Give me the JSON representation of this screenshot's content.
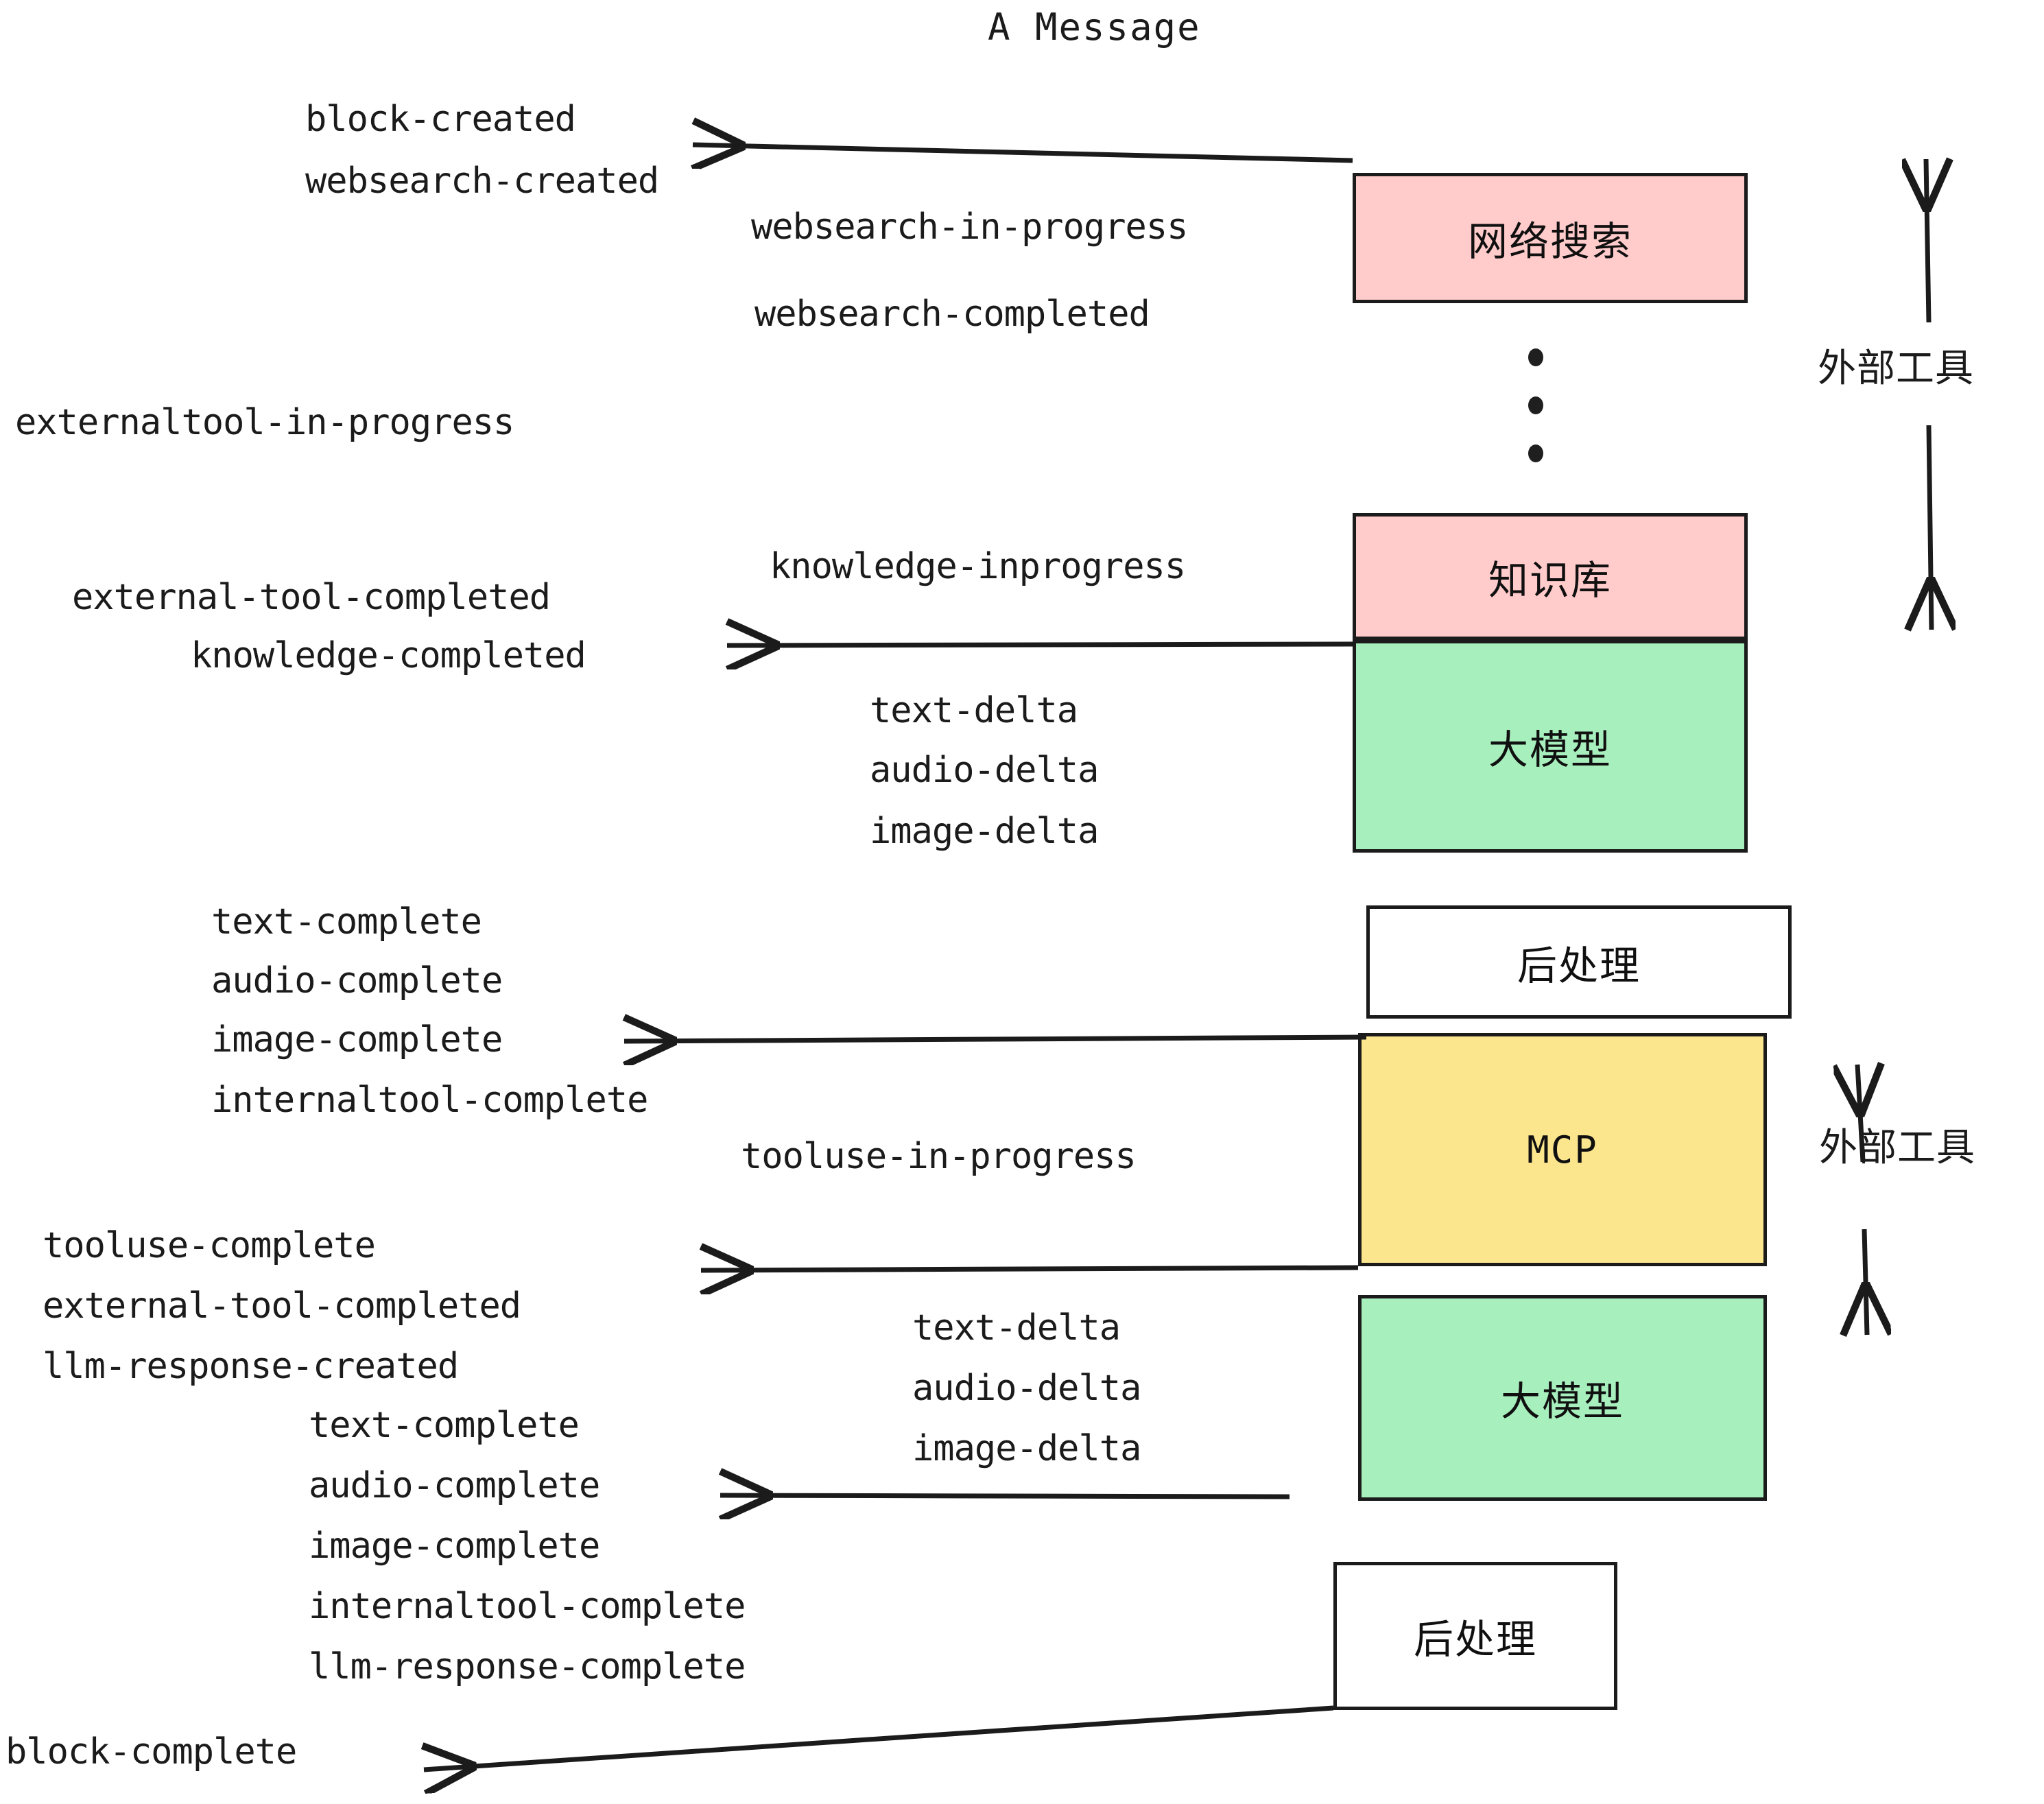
{
  "title": "A Message",
  "colors": {
    "pink": "#FFCCCB",
    "green": "#A8EFBE",
    "yellow": "#FBE68E",
    "white": "#FFFFFF",
    "stroke": "#1B1B1B",
    "text": "#101010",
    "background": "#FFFFFF"
  },
  "nodes": [
    {
      "id": "websearch",
      "label": "网络搜索",
      "fill": "pink"
    },
    {
      "id": "knowledge",
      "label": "知识库",
      "fill": "pink"
    },
    {
      "id": "llm-top",
      "label": "大模型",
      "fill": "green"
    },
    {
      "id": "postprocess-top",
      "label": "后处理",
      "fill": "white"
    },
    {
      "id": "mcp",
      "label": "MCP",
      "fill": "yellow"
    },
    {
      "id": "llm-bottom",
      "label": "大模型",
      "fill": "green"
    },
    {
      "id": "postprocess-bottom",
      "label": "后处理",
      "fill": "white"
    }
  ],
  "side_labels": [
    {
      "id": "external-tool-top",
      "label": "外部工具"
    },
    {
      "id": "external-tool-bottom",
      "label": "外部工具"
    }
  ],
  "events": {
    "block_created": "block-created",
    "websearch_created": "websearch-created",
    "websearch_in_progress": "websearch-in-progress",
    "websearch_completed": "websearch-completed",
    "externaltool_in_progress": "externaltool-in-progress",
    "knowledge_inprogress": "knowledge-inprogress",
    "external_tool_completed_1": "external-tool-completed",
    "knowledge_completed": "knowledge-completed",
    "text_delta_1": "text-delta",
    "audio_delta_1": "audio-delta",
    "image_delta_1": "image-delta",
    "text_complete_1": "text-complete",
    "audio_complete_1": "audio-complete",
    "image_complete_1": "image-complete",
    "internaltool_complete_1": "internaltool-complete",
    "tooluse_in_progress": "tooluse-in-progress",
    "tooluse_complete": "tooluse-complete",
    "external_tool_completed_2": "external-tool-completed",
    "llm_response_created": "llm-response-created",
    "text_delta_2": "text-delta",
    "audio_delta_2": "audio-delta",
    "image_delta_2": "image-delta",
    "text_complete_2": "text-complete",
    "audio_complete_2": "audio-complete",
    "image_complete_2": "image-complete",
    "internaltool_complete_2": "internaltool-complete",
    "llm_response_complete": "llm-response-complete",
    "block_complete": "block-complete"
  }
}
